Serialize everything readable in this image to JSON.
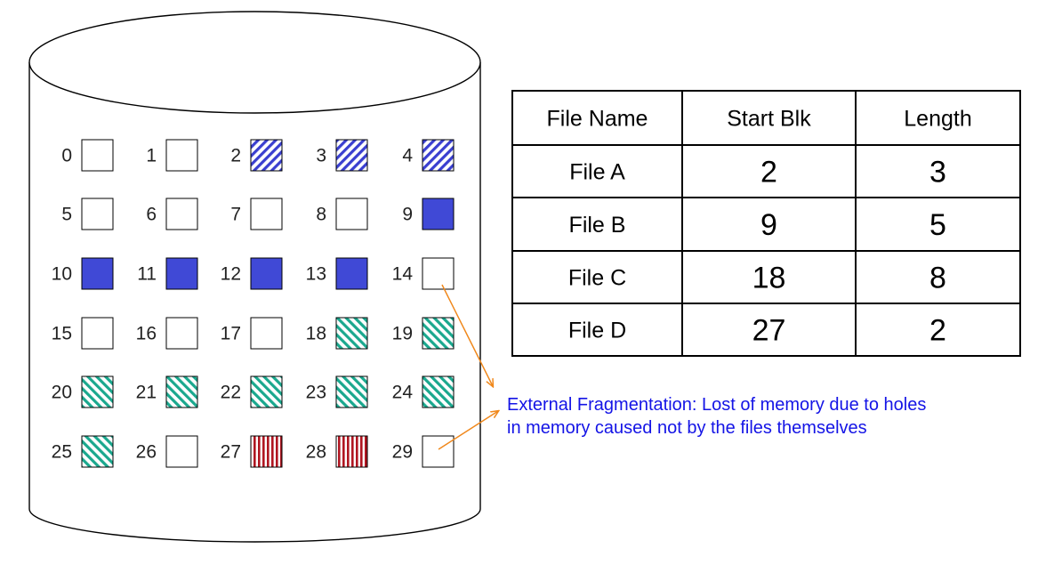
{
  "colors": {
    "file_a": "#3a3fd0",
    "file_b": "#4049d6",
    "file_c": "#1aa88e",
    "file_d": "#b01621",
    "annotation_text": "#1414e6",
    "arrow": "#f0881c",
    "outline": "#000000"
  },
  "blocks": [
    {
      "label": "0",
      "file": null
    },
    {
      "label": "1",
      "file": null
    },
    {
      "label": "2",
      "file": "A"
    },
    {
      "label": "3",
      "file": "A"
    },
    {
      "label": "4",
      "file": "A"
    },
    {
      "label": "5",
      "file": null
    },
    {
      "label": "6",
      "file": null
    },
    {
      "label": "7",
      "file": null
    },
    {
      "label": "8",
      "file": null
    },
    {
      "label": "9",
      "file": "B"
    },
    {
      "label": "10",
      "file": "B"
    },
    {
      "label": "11",
      "file": "B"
    },
    {
      "label": "12",
      "file": "B"
    },
    {
      "label": "13",
      "file": "B"
    },
    {
      "label": "14",
      "file": null
    },
    {
      "label": "15",
      "file": null
    },
    {
      "label": "16",
      "file": null
    },
    {
      "label": "17",
      "file": null
    },
    {
      "label": "18",
      "file": "C"
    },
    {
      "label": "19",
      "file": "C"
    },
    {
      "label": "20",
      "file": "C"
    },
    {
      "label": "21",
      "file": "C"
    },
    {
      "label": "22",
      "file": "C"
    },
    {
      "label": "23",
      "file": "C"
    },
    {
      "label": "24",
      "file": "C"
    },
    {
      "label": "25",
      "file": "C"
    },
    {
      "label": "26",
      "file": null
    },
    {
      "label": "27",
      "file": "D"
    },
    {
      "label": "28",
      "file": "D"
    },
    {
      "label": "29",
      "file": null
    }
  ],
  "table": {
    "headers": [
      "File Name",
      "Start Blk",
      "Length"
    ],
    "rows": [
      {
        "name": "File A",
        "start": "2",
        "length": "3"
      },
      {
        "name": "File B",
        "start": "9",
        "length": "5"
      },
      {
        "name": "File C",
        "start": "18",
        "length": "8"
      },
      {
        "name": "File D",
        "start": "27",
        "length": "2"
      }
    ]
  },
  "annotation": {
    "line1": "External Fragmentation: Lost of memory due to holes",
    "line2": "in memory caused not by the files themselves"
  }
}
